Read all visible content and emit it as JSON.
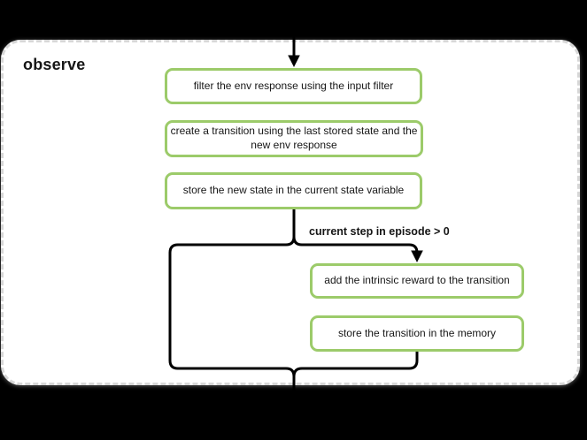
{
  "diagram": {
    "group_label": "observe",
    "condition_label": "current step in episode > 0",
    "nodes": [
      {
        "label": "filter the env response using the input filter"
      },
      {
        "line1": "create a transition using the last stored state and the",
        "line2": "new env response"
      },
      {
        "label": "store the new state in the current state variable"
      },
      {
        "label": "add the intrinsic reward to the transition"
      },
      {
        "label": "store the transition in the memory"
      }
    ],
    "colors": {
      "background": "#000000",
      "panel": "#ffffff",
      "panel_border": "#d7d7d7",
      "node_border": "#9ccb6a",
      "connector": "#000000",
      "text": "#161616"
    }
  }
}
